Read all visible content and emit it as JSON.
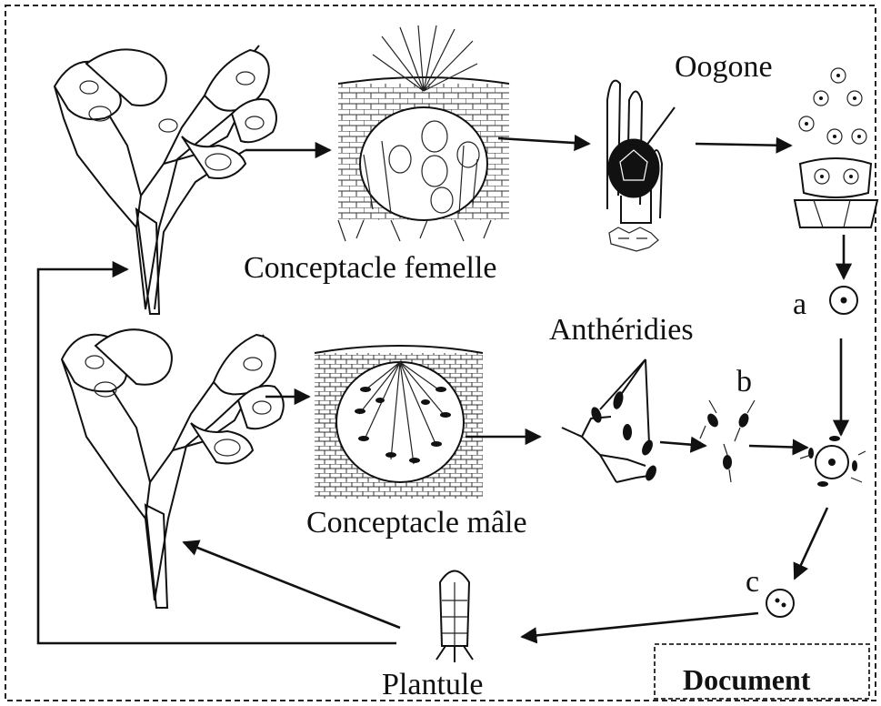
{
  "labels": {
    "oogone": "Oogone",
    "conceptacle_femelle": "Conceptacle femelle",
    "antheridies": "Anthéridies",
    "conceptacle_male": "Conceptacle mâle",
    "plantule": "Plantule",
    "a": "a",
    "b": "b",
    "c": "c"
  },
  "document_box": {
    "title": "Document"
  }
}
